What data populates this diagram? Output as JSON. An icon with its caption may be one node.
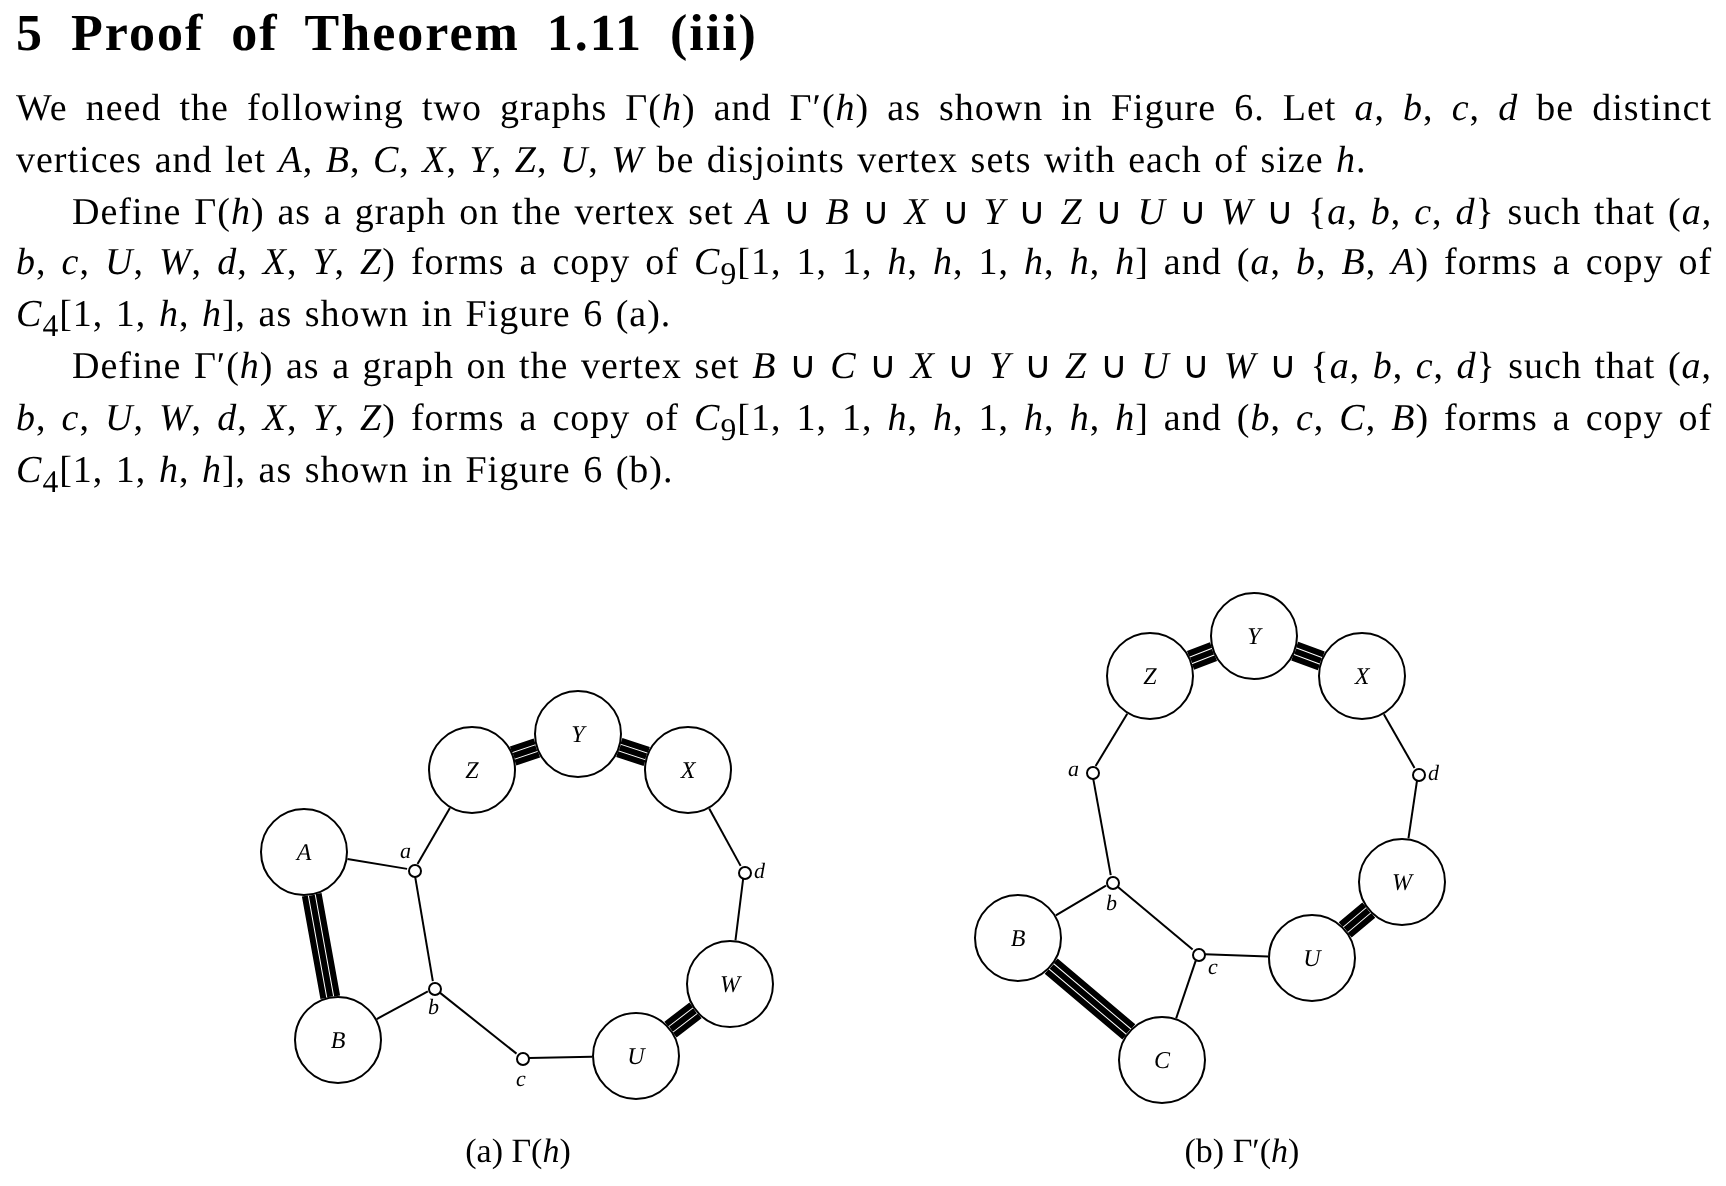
{
  "diagram": {
    "title": "5 Proof of Theorem 1.11 (iii)",
    "nodes": [
      {
        "text": [
          "A"
        ]
      },
      {
        "text": [
          "B"
        ]
      },
      {
        "text": [
          "Z"
        ]
      },
      {
        "text": [
          "Y"
        ]
      },
      {
        "text": [
          "X"
        ]
      },
      {
        "text": [
          "W"
        ]
      },
      {
        "text": [
          "U"
        ]
      },
      {
        "text": [],
        "shape": "circle",
        "beside": [
          "a"
        ]
      },
      {
        "text": [],
        "shape": "circle",
        "beside": [
          "b"
        ]
      },
      {
        "text": [],
        "shape": "circle",
        "beside": [
          "c"
        ]
      },
      {
        "text": [],
        "shape": "circle",
        "beside": [
          "d"
        ]
      },
      {
        "text": [
          "Z"
        ]
      },
      {
        "text": [
          "Y"
        ]
      },
      {
        "text": [
          "X"
        ]
      },
      {
        "text": [
          "W"
        ]
      },
      {
        "text": [
          "U"
        ]
      },
      {
        "text": [
          "B"
        ]
      },
      {
        "text": [
          "C"
        ]
      },
      {
        "text": [],
        "shape": "circle",
        "beside": [
          "a"
        ]
      },
      {
        "text": [],
        "shape": "circle",
        "beside": [
          "b"
        ]
      },
      {
        "text": [],
        "shape": "circle",
        "beside": [
          "c"
        ]
      },
      {
        "text": [],
        "shape": "circle",
        "beside": [
          "d"
        ]
      }
    ],
    "edges": [
      {
        "from": 7,
        "to": 2,
        "arrow": "none"
      },
      {
        "from": 2,
        "to": 3,
        "arrow": "none",
        "style": "thick"
      },
      {
        "from": 3,
        "to": 4,
        "arrow": "none",
        "style": "thick"
      },
      {
        "from": 4,
        "to": 10,
        "arrow": "none"
      },
      {
        "from": 10,
        "to": 5,
        "arrow": "none"
      },
      {
        "from": 5,
        "to": 6,
        "arrow": "none",
        "style": "thick"
      },
      {
        "from": 6,
        "to": 9,
        "arrow": "none"
      },
      {
        "from": 9,
        "to": 8,
        "arrow": "none"
      },
      {
        "from": 8,
        "to": 7,
        "arrow": "none"
      },
      {
        "from": 0,
        "to": 7,
        "arrow": "none"
      },
      {
        "from": 0,
        "to": 1,
        "arrow": "none",
        "style": "thick"
      },
      {
        "from": 1,
        "to": 8,
        "arrow": "none"
      },
      {
        "from": 18,
        "to": 11,
        "arrow": "none"
      },
      {
        "from": 11,
        "to": 12,
        "arrow": "none",
        "style": "thick"
      },
      {
        "from": 12,
        "to": 13,
        "arrow": "none",
        "style": "thick"
      },
      {
        "from": 13,
        "to": 21,
        "arrow": "none"
      },
      {
        "from": 21,
        "to": 14,
        "arrow": "none"
      },
      {
        "from": 14,
        "to": 15,
        "arrow": "none",
        "style": "thick"
      },
      {
        "from": 15,
        "to": 20,
        "arrow": "none"
      },
      {
        "from": 20,
        "to": 19,
        "arrow": "none"
      },
      {
        "from": 19,
        "to": 18,
        "arrow": "none"
      },
      {
        "from": 16,
        "to": 19,
        "arrow": "none"
      },
      {
        "from": 20,
        "to": 17,
        "arrow": "none"
      },
      {
        "from": 16,
        "to": 17,
        "arrow": "none",
        "style": "thick"
      }
    ],
    "labels": [
      "We need the following two graphs Γ(*h*) and Γ′(*h*) as shown in Figure 6. Let *a*, *b*, *c*, *d* be distinct vertices and let *A*, *B*, *C*, *X*, *Y*, *Z*, *U*, *W* be disjoints vertex sets with each of size *h*.",
      "Define Γ(*h*) as a graph on the vertex set *A* ∪ *B* ∪ *X* ∪ *Y* ∪ *Z* ∪ *U* ∪ *W* ∪ {*a*, *b*, *c*, *d*} such that (*a*, *b*, *c*, *U*, *W*, *d*, *X*, *Y*, *Z*) forms a copy of *C*$_{9}$[1, 1, 1, *h*, *h*, 1, *h*, *h*, *h*] and (*a*, *b*, *B*, *A*) forms a copy of *C*$_{4}$[1, 1, *h*, *h*], as shown in Figure 6 (a).",
      "Define Γ′(*h*) as a graph on the vertex set *B* ∪ *C* ∪ *X* ∪ *Y* ∪ *Z* ∪ *U* ∪ *W* ∪ {*a*, *b*, *c*, *d*} such that (*a*, *b*, *c*, *U*, *W*, *d*, *X*, *Y*, *Z*) forms a copy of *C*$_{9}$[1, 1, 1, *h*, *h*, 1, *h*, *h*, *h*] and (*b*, *c*, *C*, *B*) forms a copy of *C*$_{4}$[1, 1, *h*, *h*], as shown in Figure 6 (b).",
      "(a) Γ(*h*)",
      "(b) Γ′(*h*)"
    ]
  }
}
